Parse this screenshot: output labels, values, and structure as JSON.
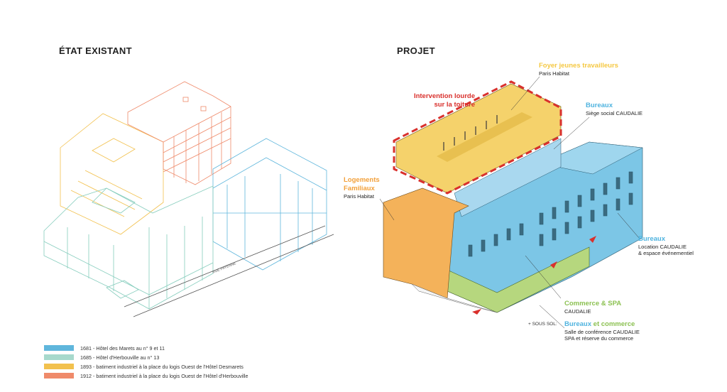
{
  "titles": {
    "left": "ÉTAT EXISTANT",
    "right": "PROJET"
  },
  "street_label": "RUE PAYENNE",
  "labels": {
    "foyer": {
      "title": "Foyer jeunes travailleurs",
      "sub": "Paris Habitat"
    },
    "intervention": {
      "line1": "Intervention lourde",
      "line2": "sur la toiture"
    },
    "bureaux_top": {
      "title": "Bureaux",
      "sub": "Siège social CAUDALIE"
    },
    "logements": {
      "line1": "Logements",
      "line2": "Familiaux",
      "sub": "Paris Habitat"
    },
    "bureaux_right": {
      "title": "Bureaux",
      "sub1": "Location CAUDALIE",
      "sub2": "& espace événementiel"
    },
    "commerce": {
      "title": "Commerce & SPA",
      "sub": "CAUDALIE"
    },
    "sous_sol": {
      "prefix": "+ SOUS SOL:",
      "word1": "Bureaux",
      "word_and": "et",
      "word2": "commerce",
      "sub1": "Salle de conférence CAUDALIE",
      "sub2": "SPA et réserve du commerce"
    }
  },
  "colors": {
    "blue": "#7cc6e6",
    "teal": "#a7d9cc",
    "yellow": "#f5d26b",
    "orange": "#f4b25a",
    "red_line": "#d9302c",
    "green": "#b6d77e",
    "label_yellow": "#f5c842",
    "label_blue": "#4fb3df",
    "label_orange": "#f2a03a",
    "label_green": "#8cc152",
    "label_red": "#d9302c"
  },
  "legend": [
    {
      "color": "#5fb6dc",
      "text": "1681 - Hôtel des Marets au n° 9 et 11"
    },
    {
      "color": "#a7d9cc",
      "text": "1685 - Hôtel d'Herbouville au n° 13"
    },
    {
      "color": "#f2c14e",
      "text": "1893 - batiment industriel à la place du logis Ouest de l'Hôtel Desmarets"
    },
    {
      "color": "#ef8a6a",
      "text": "1912 - batiment industriel à la place du logis Ouest de l'Hôtel d'Herbouville"
    }
  ]
}
